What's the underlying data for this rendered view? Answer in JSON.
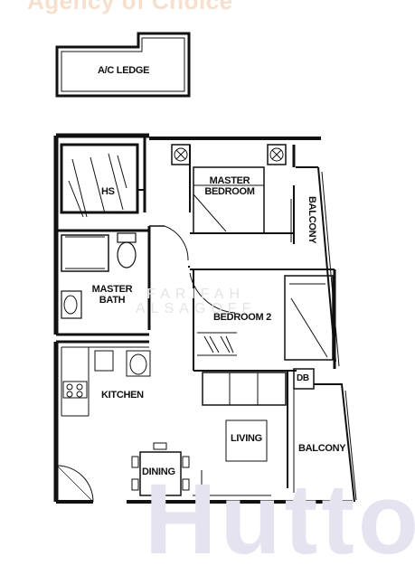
{
  "header": {
    "agency_text": "Agency of Choice"
  },
  "watermarks": {
    "center_line1": "FARIFAH",
    "center_line2": "ALSAGOFF",
    "brand": "Hutto"
  },
  "rooms": {
    "ac_ledge": "A/C LEDGE",
    "hs": "HS",
    "master_bedroom_l1": "MASTER",
    "master_bedroom_l2": "BEDROOM",
    "balcony_top": "BALCONY",
    "master_bath_l1": "MASTER",
    "master_bath_l2": "BATH",
    "bedroom2": "BEDROOM 2",
    "kitchen": "KITCHEN",
    "db": "DB",
    "living": "LIVING",
    "balcony_bottom": "BALCONY",
    "dining": "DINING"
  }
}
